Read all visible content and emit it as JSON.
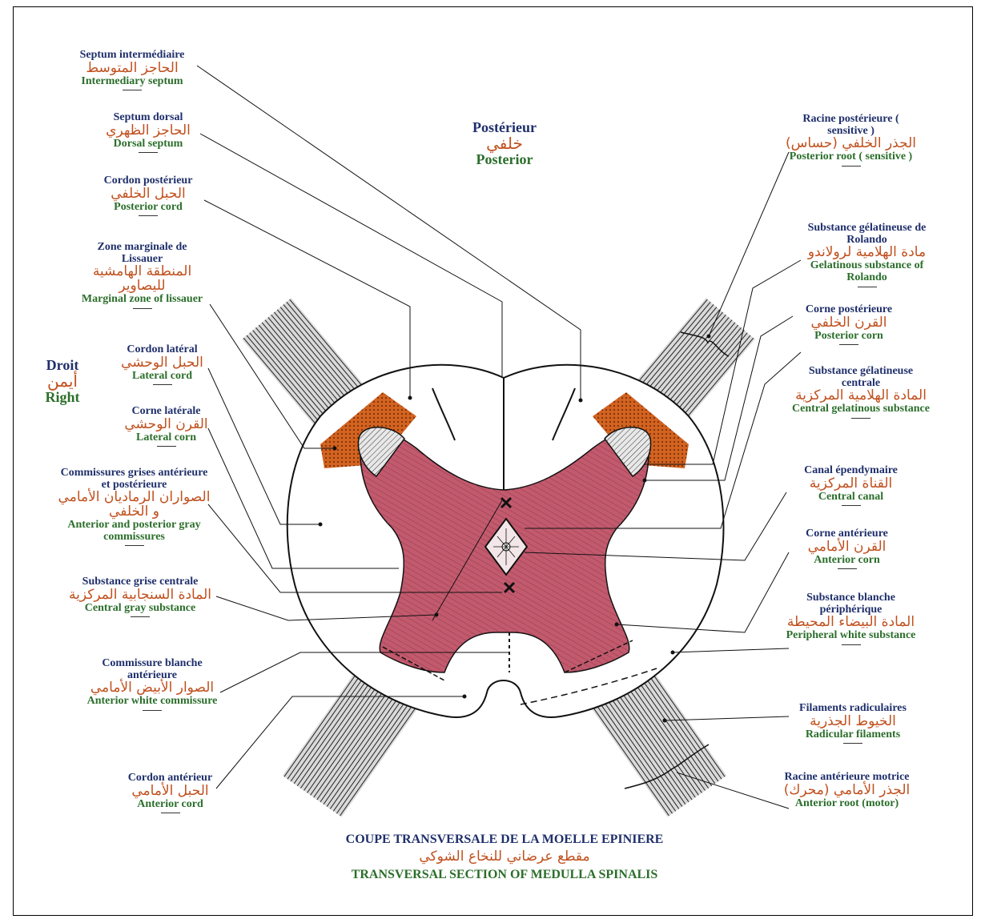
{
  "labels": {
    "septum_intermediaire": {
      "fr": "Septum intermédiaire",
      "ar": "الحاجز المتوسط",
      "en": "Intermediary septum"
    },
    "septum_dorsal": {
      "fr": "Septum dorsal",
      "ar": "الحاجز الظهري",
      "en": "Dorsal septum"
    },
    "cordon_posterieur": {
      "fr": "Cordon postérieur",
      "ar": "الحبل الخلفي",
      "en": "Posterior cord"
    },
    "zone_marginale": {
      "fr": "Zone marginale de Lissauer",
      "ar": "المنطقة الهامشية لليصاوير",
      "en": "Marginal zone of lissauer"
    },
    "cordon_lateral": {
      "fr": "Cordon latéral",
      "ar": "الحبل الوحشي",
      "en": "Lateral cord"
    },
    "corne_laterale": {
      "fr": "Corne latérale",
      "ar": "القرن الوحشي",
      "en": "Lateral corn"
    },
    "commissures_grises": {
      "fr": "Commissures grises antérieure et postérieure",
      "ar": "الصواران الرماديان الأمامي و الخلفي",
      "en": "Anterior and posterior gray commissures"
    },
    "substance_grise_centrale": {
      "fr": "Substance grise centrale",
      "ar": "المادة السنجابية المركزية",
      "en": "Central gray substance"
    },
    "commissure_blanche": {
      "fr": "Commissure blanche antérieure",
      "ar": "الصوار الأبيض الأمامي",
      "en": "Anterior white commissure"
    },
    "cordon_anterieur": {
      "fr": "Cordon antérieur",
      "ar": "الحبل الأمامي",
      "en": "Anterior cord"
    },
    "racine_posterieure": {
      "fr": "Racine postérieure ( sensitive )",
      "ar": "الجذر الخلفي (حساس)",
      "en": "Posterior root ( sensitive )"
    },
    "gelatineuse_rolando": {
      "fr": "Substance gélatineuse de Rolando",
      "ar": "مادة الهلامية لرولاندو",
      "en": "Gelatinous substance of Rolando"
    },
    "corne_posterieure": {
      "fr": "Corne postérieure",
      "ar": "القرن الخلفي",
      "en": "Posterior corn"
    },
    "gelatineuse_centrale": {
      "fr": "Substance gélatineuse centrale",
      "ar": "المادة الهلامية المركزية",
      "en": "Central gelatinous substance"
    },
    "canal_ependymaire": {
      "fr": "Canal épendymaire",
      "ar": "القناة المركزية",
      "en": "Central canal"
    },
    "corne_anterieure": {
      "fr": "Corne antérieure",
      "ar": "القرن الأمامي",
      "en": "Anterior corn"
    },
    "substance_blanche": {
      "fr": "Substance blanche périphérique",
      "ar": "المادة البيضاء المحيطة",
      "en": "Peripheral white substance"
    },
    "filaments_radiculaires": {
      "fr": "Filaments radiculaires",
      "ar": "الخيوط الجذرية",
      "en": "Radicular filaments"
    },
    "racine_anterieure": {
      "fr": "Racine antérieure motrice",
      "ar": "الجذر الأمامي (محرك)",
      "en": "Anterior root (motor)"
    }
  },
  "orientation": {
    "posterior": {
      "fr": "Postérieur",
      "ar": "خلفي",
      "en": "Posterior"
    },
    "right": {
      "fr": "Droit",
      "ar": "أيمن",
      "en": "Right"
    }
  },
  "caption": {
    "fr": "COUPE TRANSVERSALE DE LA MOELLE EPINIERE",
    "ar": "مقطع عرضاني للنخاع الشوكي",
    "en": "TRANSVERSAL SECTION OF MEDULLA SPINALIS"
  },
  "colors": {
    "gray_matter": "#c25a6e",
    "gelatinous": "#d4621f",
    "french_text": "#1f2f6b",
    "english_text": "#2b6e2b",
    "arabic_text": "#c0501e"
  }
}
